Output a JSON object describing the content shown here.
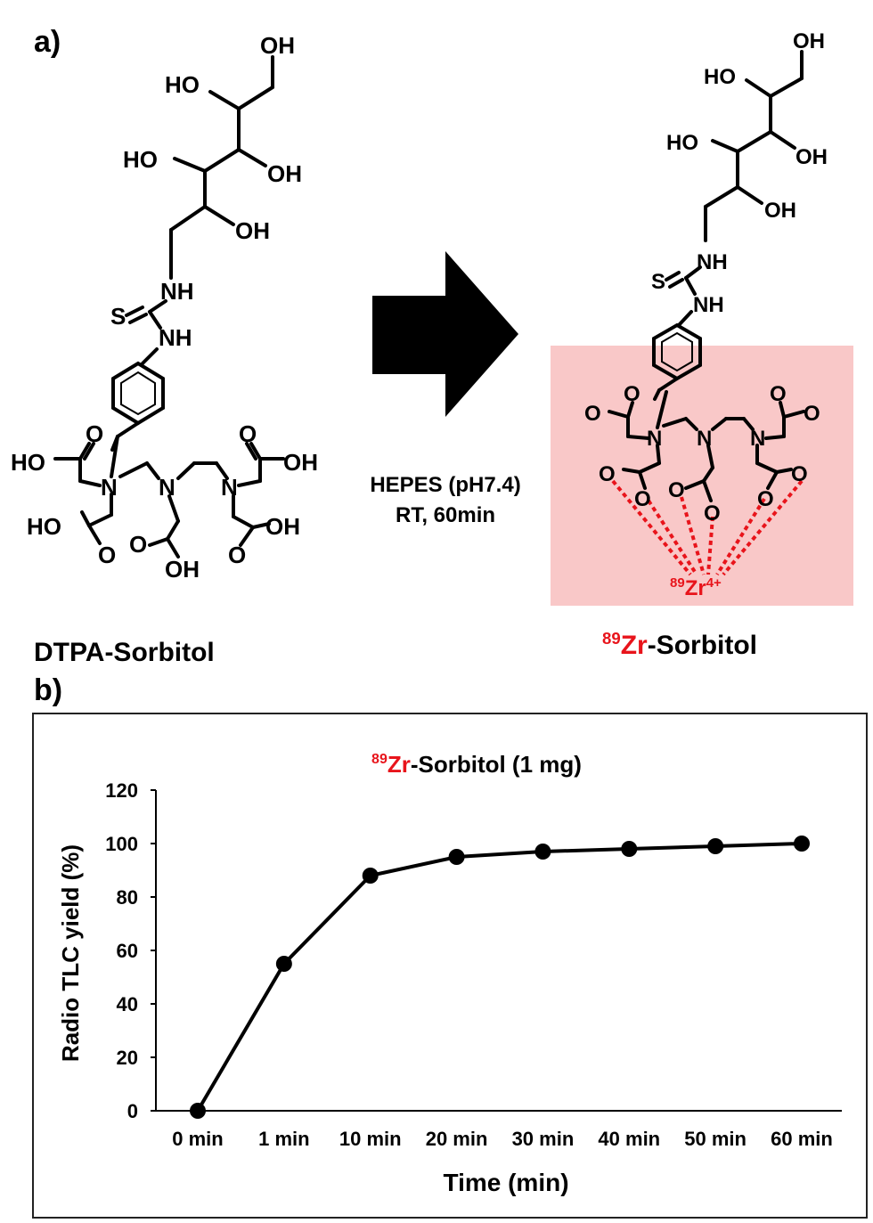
{
  "panel_a": {
    "label": "a)",
    "left_molecule_name": "DTPA-Sorbitol",
    "right_molecule_name_iso": "89",
    "right_molecule_name_el": "Zr",
    "right_molecule_name_rest": "-Sorbitol",
    "conditions_line1": "HEPES (pH7.4)",
    "conditions_line2": "RT, 60min",
    "metal_iso": "89",
    "metal_el": "Zr",
    "metal_charge": "4+",
    "atoms": {
      "oh": "OH",
      "ho": "HO",
      "nh": "NH",
      "n": "N",
      "s": "S",
      "o": "O"
    },
    "colors": {
      "highlight": "#f9c8c8",
      "accent": "#e8141b"
    }
  },
  "panel_b": {
    "label": "b)"
  },
  "chart_data": {
    "type": "line",
    "title_iso": "89",
    "title_el": "Zr",
    "title_rest": "-Sorbitol (1 mg)",
    "xlabel": "Time (min)",
    "ylabel": "Radio TLC yield (%)",
    "categories": [
      "0 min",
      "1 min",
      "10 min",
      "20 min",
      "30 min",
      "40 min",
      "50 min",
      "60 min"
    ],
    "series": [
      {
        "values": [
          0,
          55,
          88,
          95,
          97,
          98,
          99,
          100
        ]
      }
    ],
    "ylim": [
      0,
      120
    ],
    "yticks": [
      0,
      20,
      40,
      60,
      80,
      100,
      120
    ],
    "grid": false,
    "legend": "none",
    "line_color": "#000000"
  }
}
